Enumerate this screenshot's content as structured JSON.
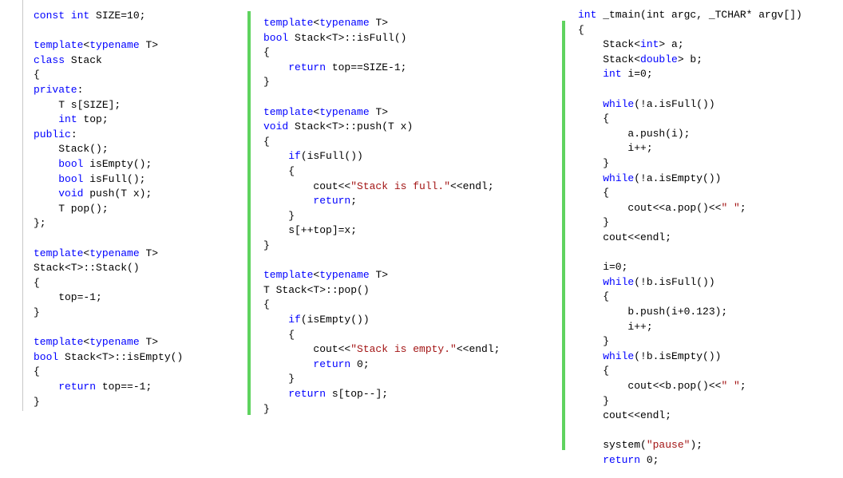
{
  "colors": {
    "keyword": "#0000ff",
    "string": "#a31515",
    "gutter": "#5fd35f",
    "text": "#000000"
  },
  "panel1": {
    "lines": [
      [
        {
          "t": "const int",
          "k": 1
        },
        {
          "t": " SIZE=10;"
        }
      ],
      [],
      [
        {
          "t": "template",
          "k": 1
        },
        {
          "t": "<"
        },
        {
          "t": "typename",
          "k": 1
        },
        {
          "t": " T>"
        }
      ],
      [
        {
          "t": "class",
          "k": 1
        },
        {
          "t": " Stack"
        }
      ],
      [
        {
          "t": "{"
        }
      ],
      [
        {
          "t": "private",
          "k": 1
        },
        {
          "t": ":"
        }
      ],
      [
        {
          "t": "    T s[SIZE];"
        }
      ],
      [
        {
          "t": "    "
        },
        {
          "t": "int",
          "k": 1
        },
        {
          "t": " top;"
        }
      ],
      [
        {
          "t": "public",
          "k": 1
        },
        {
          "t": ":"
        }
      ],
      [
        {
          "t": "    Stack();"
        }
      ],
      [
        {
          "t": "    "
        },
        {
          "t": "bool",
          "k": 1
        },
        {
          "t": " isEmpty();"
        }
      ],
      [
        {
          "t": "    "
        },
        {
          "t": "bool",
          "k": 1
        },
        {
          "t": " isFull();"
        }
      ],
      [
        {
          "t": "    "
        },
        {
          "t": "void",
          "k": 1
        },
        {
          "t": " push(T x);"
        }
      ],
      [
        {
          "t": "    T pop();"
        }
      ],
      [
        {
          "t": "};"
        }
      ],
      [],
      [
        {
          "t": "template",
          "k": 1
        },
        {
          "t": "<"
        },
        {
          "t": "typename",
          "k": 1
        },
        {
          "t": " T>"
        }
      ],
      [
        {
          "t": "Stack<T>::Stack()"
        }
      ],
      [
        {
          "t": "{"
        }
      ],
      [
        {
          "t": "    top=-1;"
        }
      ],
      [
        {
          "t": "}"
        }
      ],
      [],
      [
        {
          "t": "template",
          "k": 1
        },
        {
          "t": "<"
        },
        {
          "t": "typename",
          "k": 1
        },
        {
          "t": " T>"
        }
      ],
      [
        {
          "t": "bool",
          "k": 1
        },
        {
          "t": " Stack<T>::isEmpty()"
        }
      ],
      [
        {
          "t": "{"
        }
      ],
      [
        {
          "t": "    "
        },
        {
          "t": "return",
          "k": 1
        },
        {
          "t": " top==-1;"
        }
      ],
      [
        {
          "t": "}"
        }
      ]
    ]
  },
  "panel2": {
    "lines": [
      [
        {
          "t": "template",
          "k": 1
        },
        {
          "t": "<"
        },
        {
          "t": "typename",
          "k": 1
        },
        {
          "t": " T>"
        }
      ],
      [
        {
          "t": "bool",
          "k": 1
        },
        {
          "t": " Stack<T>::isFull()"
        }
      ],
      [
        {
          "t": "{"
        }
      ],
      [
        {
          "t": "    "
        },
        {
          "t": "return",
          "k": 1
        },
        {
          "t": " top==SIZE-1;"
        }
      ],
      [
        {
          "t": "}"
        }
      ],
      [],
      [
        {
          "t": "template",
          "k": 1
        },
        {
          "t": "<"
        },
        {
          "t": "typename",
          "k": 1
        },
        {
          "t": " T>"
        }
      ],
      [
        {
          "t": "void",
          "k": 1
        },
        {
          "t": " Stack<T>::push(T x)"
        }
      ],
      [
        {
          "t": "{"
        }
      ],
      [
        {
          "t": "    "
        },
        {
          "t": "if",
          "k": 1
        },
        {
          "t": "(isFull())"
        }
      ],
      [
        {
          "t": "    {"
        }
      ],
      [
        {
          "t": "        cout<<"
        },
        {
          "t": "\"Stack is full.\"",
          "s": 1
        },
        {
          "t": "<<endl;"
        }
      ],
      [
        {
          "t": "        "
        },
        {
          "t": "return",
          "k": 1
        },
        {
          "t": ";"
        }
      ],
      [
        {
          "t": "    }"
        }
      ],
      [
        {
          "t": "    s[++top]=x;"
        }
      ],
      [
        {
          "t": "}"
        }
      ],
      [],
      [
        {
          "t": "template",
          "k": 1
        },
        {
          "t": "<"
        },
        {
          "t": "typename",
          "k": 1
        },
        {
          "t": " T>"
        }
      ],
      [
        {
          "t": "T Stack<T>::pop()"
        }
      ],
      [
        {
          "t": "{"
        }
      ],
      [
        {
          "t": "    "
        },
        {
          "t": "if",
          "k": 1
        },
        {
          "t": "(isEmpty())"
        }
      ],
      [
        {
          "t": "    {"
        }
      ],
      [
        {
          "t": "        cout<<"
        },
        {
          "t": "\"Stack is empty.\"",
          "s": 1
        },
        {
          "t": "<<endl;"
        }
      ],
      [
        {
          "t": "        "
        },
        {
          "t": "return",
          "k": 1
        },
        {
          "t": " 0;"
        }
      ],
      [
        {
          "t": "    }"
        }
      ],
      [
        {
          "t": "    "
        },
        {
          "t": "return",
          "k": 1
        },
        {
          "t": " s[top--];"
        }
      ],
      [
        {
          "t": "}"
        }
      ]
    ]
  },
  "panel3": {
    "lines": [
      [
        {
          "t": "int",
          "k": 1
        },
        {
          "t": " _tmain(int argc, _TCHAR* argv[])"
        }
      ],
      [
        {
          "t": "{"
        }
      ],
      [
        {
          "t": "    Stack<"
        },
        {
          "t": "int",
          "k": 1
        },
        {
          "t": "> a;"
        }
      ],
      [
        {
          "t": "    Stack<"
        },
        {
          "t": "double",
          "k": 1
        },
        {
          "t": "> b;"
        }
      ],
      [
        {
          "t": "    "
        },
        {
          "t": "int",
          "k": 1
        },
        {
          "t": " i=0;"
        }
      ],
      [],
      [
        {
          "t": "    "
        },
        {
          "t": "while",
          "k": 1
        },
        {
          "t": "(!a.isFull())"
        }
      ],
      [
        {
          "t": "    {"
        }
      ],
      [
        {
          "t": "        a.push(i);"
        }
      ],
      [
        {
          "t": "        i++;"
        }
      ],
      [
        {
          "t": "    }"
        }
      ],
      [
        {
          "t": "    "
        },
        {
          "t": "while",
          "k": 1
        },
        {
          "t": "(!a.isEmpty())"
        }
      ],
      [
        {
          "t": "    {"
        }
      ],
      [
        {
          "t": "        cout<<a.pop()<<"
        },
        {
          "t": "\" \"",
          "s": 1
        },
        {
          "t": ";"
        }
      ],
      [
        {
          "t": "    }"
        }
      ],
      [
        {
          "t": "    cout<<endl;"
        }
      ],
      [],
      [
        {
          "t": "    i=0;"
        }
      ],
      [
        {
          "t": "    "
        },
        {
          "t": "while",
          "k": 1
        },
        {
          "t": "(!b.isFull())"
        }
      ],
      [
        {
          "t": "    {"
        }
      ],
      [
        {
          "t": "        b.push(i+0.123);"
        }
      ],
      [
        {
          "t": "        i++;"
        }
      ],
      [
        {
          "t": "    }"
        }
      ],
      [
        {
          "t": "    "
        },
        {
          "t": "while",
          "k": 1
        },
        {
          "t": "(!b.isEmpty())"
        }
      ],
      [
        {
          "t": "    {"
        }
      ],
      [
        {
          "t": "        cout<<b.pop()<<"
        },
        {
          "t": "\" \"",
          "s": 1
        },
        {
          "t": ";"
        }
      ],
      [
        {
          "t": "    }"
        }
      ],
      [
        {
          "t": "    cout<<endl;"
        }
      ],
      [],
      [
        {
          "t": "    system("
        },
        {
          "t": "\"pause\"",
          "s": 1
        },
        {
          "t": ");"
        }
      ],
      [
        {
          "t": "    "
        },
        {
          "t": "return",
          "k": 1
        },
        {
          "t": " 0;"
        }
      ]
    ]
  }
}
